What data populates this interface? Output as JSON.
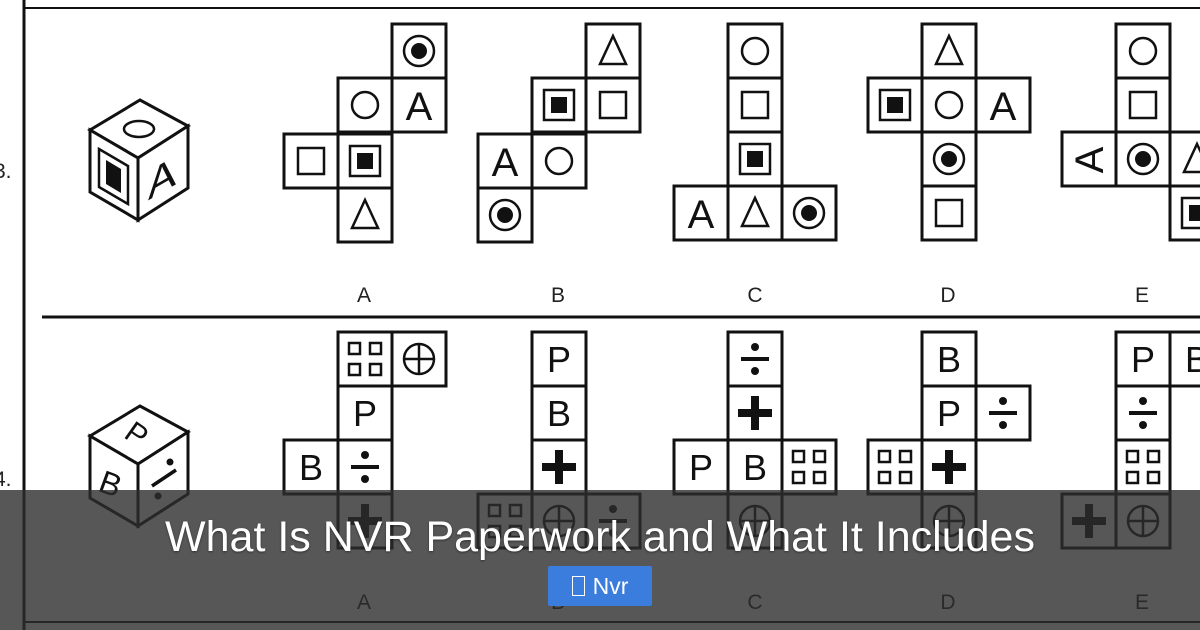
{
  "puzzle": {
    "row1": {
      "number": "3.",
      "cube_faces": {
        "top": "ring",
        "left": "filled-square",
        "right": "A"
      },
      "options": [
        {
          "label": "A"
        },
        {
          "label": "B"
        },
        {
          "label": "C"
        },
        {
          "label": "D"
        },
        {
          "label": "E"
        }
      ]
    },
    "row2": {
      "number": "4.",
      "cube_faces": {
        "top": "P",
        "left": "B",
        "right": "÷"
      },
      "options": [
        {
          "label": "A"
        },
        {
          "label": "B"
        },
        {
          "label": "C"
        },
        {
          "label": "D"
        },
        {
          "label": "E"
        }
      ]
    },
    "face_text": {
      "A": "A",
      "B": "B",
      "P": "P"
    }
  },
  "overlay": {
    "headline": "What Is NVR Paperwork and What It Includes",
    "tag": {
      "label": "Nvr",
      "icon": "folder-icon"
    }
  }
}
